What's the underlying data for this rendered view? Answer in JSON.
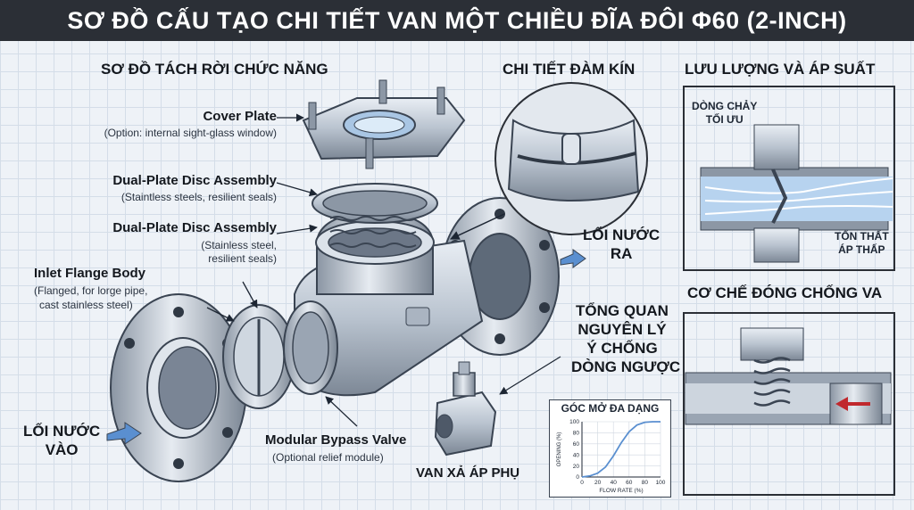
{
  "title": "SƠ ĐỒ CẤU TẠO CHI TIẾT VAN MỘT CHIỀU ĐĨA ĐÔI Φ60 (2-INCH)",
  "sections": {
    "exploded": "SƠ ĐỒ TÁCH RỜI CHỨC NĂNG",
    "seal": "CHI TIẾT ĐÀM KÍN",
    "flow": "LƯU LƯỢNG VÀ ÁP SUẤT",
    "anti_slam": "CƠ CHẾ ĐÓNG CHỐNG VA"
  },
  "callouts": {
    "cover_plate": {
      "name": "Cover Plate",
      "note": "(Option: internal sight-glass window)"
    },
    "disc_assembly_1": {
      "name": "Dual-Plate Disc Assembly",
      "note": "(Staintless steels, resilient seals)"
    },
    "disc_assembly_2": {
      "name": "Dual-Plate Disc Assembly",
      "note_1": "(Stainless steel,",
      "note_2": "resilient seals)"
    },
    "inlet_body": {
      "name": "Inlet Flange Body",
      "note_1": "(Flanged, for lorge pipe,",
      "note_2": "cast stainless steel)"
    },
    "bypass": {
      "name": "Modular Bypass Valve",
      "note": "(Optional relief module)"
    }
  },
  "labels": {
    "outlet_1": "LỐI NƯỚC",
    "outlet_2": "RA",
    "inlet_1": "LỐI NƯỚC",
    "inlet_2": "VÀO",
    "overview_1": "TỔNG QUAN",
    "overview_2": "NGUYÊN LÝ",
    "overview_3": "Ý CHỐNG",
    "overview_4": "DÒNG NGƯỢC",
    "relief": "VAN XẢ ÁP PHỤ",
    "optimal_flow_1": "DÒNG CHẢY",
    "optimal_flow_2": "TỐI ƯU",
    "low_loss_1": "TỔN THẤT",
    "low_loss_2": "ÁP THẤP"
  },
  "colors": {
    "title_bg": "#2b2f36",
    "steel": "#b9c3cf",
    "arrow_blue": "#5a8fd0",
    "flow_blue": "#6aa4e6",
    "warn_red": "#c0282d"
  },
  "chart_data": {
    "type": "line",
    "title": "GÓC MỞ ĐA DẠNG",
    "xlabel": "FLOW RATE (%)",
    "ylabel": "OPENING (%)",
    "xlim": [
      0,
      100
    ],
    "ylim": [
      0,
      100
    ],
    "x_ticks": [
      0,
      20,
      40,
      60,
      80,
      100
    ],
    "y_ticks": [
      0,
      20,
      40,
      60,
      80,
      100
    ],
    "grid": true,
    "x": [
      0,
      10,
      20,
      30,
      40,
      50,
      60,
      70,
      80,
      90,
      100
    ],
    "y": [
      0,
      2,
      7,
      18,
      38,
      62,
      82,
      94,
      99,
      100,
      100
    ]
  }
}
